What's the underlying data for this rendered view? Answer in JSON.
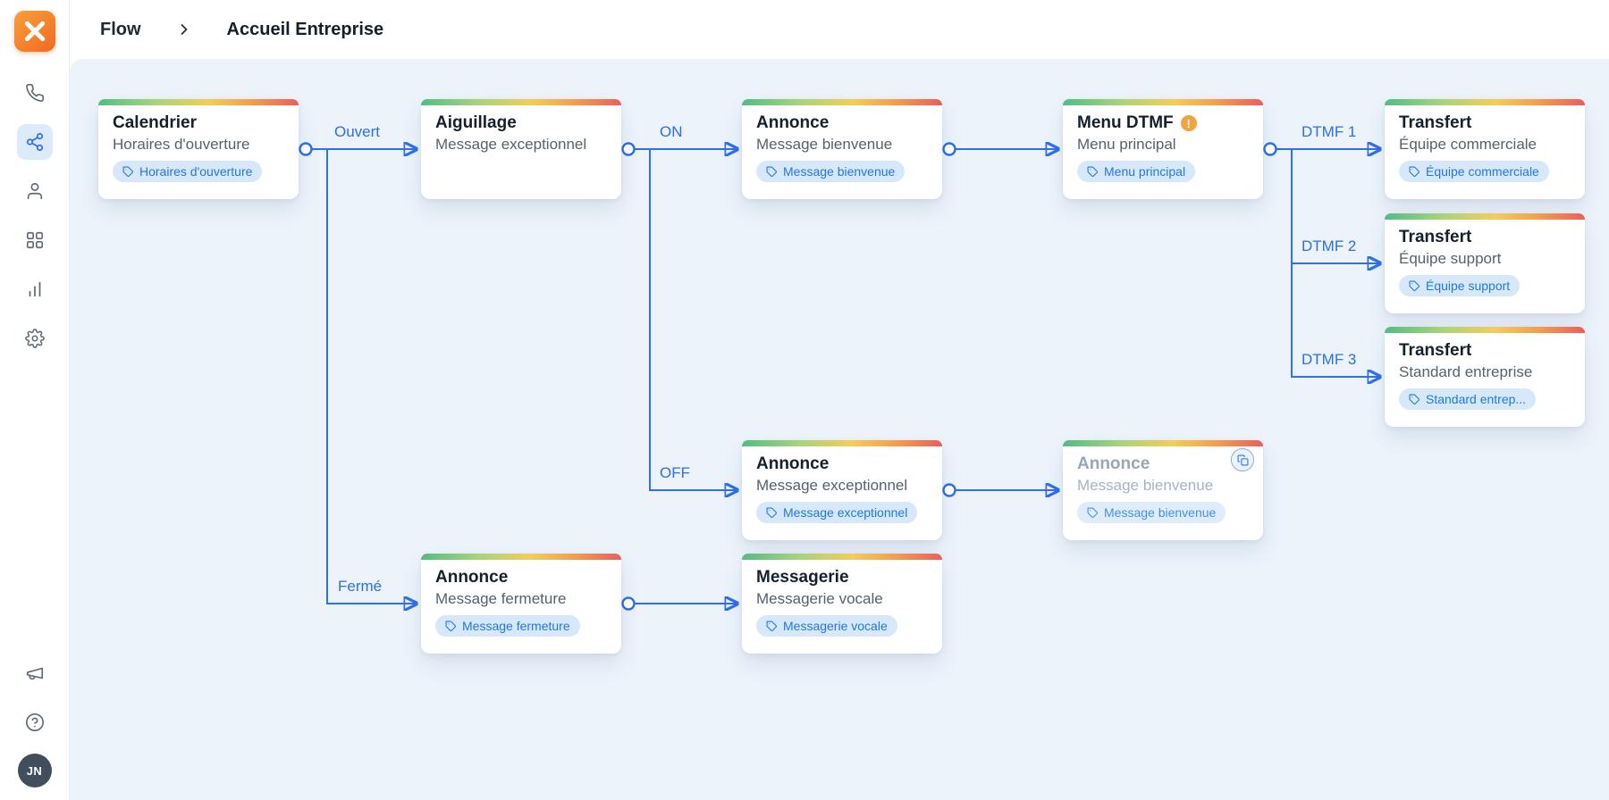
{
  "header": {
    "breadcrumb": {
      "section": "Flow",
      "page": "Accueil Entreprise"
    }
  },
  "sidebar": {
    "avatar_initials": "JN"
  },
  "canvas": {
    "warning_glyph": "!",
    "nodes": [
      {
        "title": "Calendrier",
        "subtitle": "Horaires d'ouverture",
        "tag": "Horaires d'ouverture"
      },
      {
        "title": "Aiguillage",
        "subtitle": "Message exceptionnel"
      },
      {
        "title": "Annonce",
        "subtitle": "Message bienvenue",
        "tag": "Message bienvenue"
      },
      {
        "title": "Menu DTMF",
        "subtitle": "Menu principal",
        "tag": "Menu principal",
        "warning": true
      },
      {
        "title": "Transfert",
        "subtitle": "Équipe commerciale",
        "tag": "Équipe commerciale"
      },
      {
        "title": "Transfert",
        "subtitle": "Équipe support",
        "tag": "Équipe support"
      },
      {
        "title": "Transfert",
        "subtitle": "Standard entreprise",
        "tag": "Standard entrep..."
      },
      {
        "title": "Annonce",
        "subtitle": "Message exceptionnel",
        "tag": "Message exceptionnel"
      },
      {
        "title": "Annonce",
        "subtitle": "Message bienvenue",
        "tag": "Message bienvenue",
        "faded": true,
        "duplicate": true
      },
      {
        "title": "Annonce",
        "subtitle": "Message fermeture",
        "tag": "Message fermeture"
      },
      {
        "title": "Messagerie",
        "subtitle": "Messagerie vocale",
        "tag": "Messagerie vocale"
      }
    ],
    "edge_labels": {
      "ouvert": "Ouvert",
      "ferme": "Fermé",
      "on": "ON",
      "off": "OFF",
      "dtmf1": "DTMF 1",
      "dtmf2": "DTMF 2",
      "dtmf3": "DTMF 3"
    }
  },
  "colors": {
    "accent_blue": "#2f6fed",
    "canvas_bg": "#ecf3fb",
    "chip_bg": "#d7e8fb",
    "chip_text": "#1f78dd",
    "warning_orange": "#f0a33f",
    "logo_orange": "#f06a22",
    "strip_gradient": [
      "#52bd85",
      "#a6d37c",
      "#f3cd5a",
      "#f2a04f",
      "#ea5f5a"
    ]
  }
}
